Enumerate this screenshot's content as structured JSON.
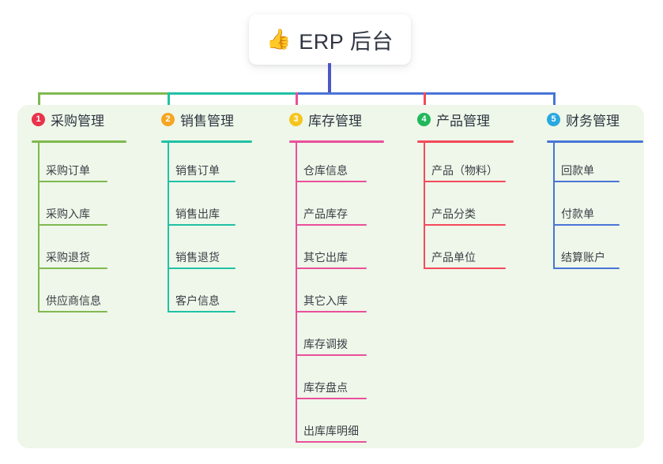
{
  "root": {
    "emoji": "👍",
    "emoji_name": "thumbs-up-icon",
    "title": "ERP 后台"
  },
  "palette": {
    "panel_background": "#eef7e9",
    "canvas_background": "#ffffff",
    "root_stem": "#4c57c4",
    "text": "#2f3542",
    "leaf_text": "#3a3f47"
  },
  "columns": [
    {
      "index": "1",
      "badge_color": "#e8334a",
      "line_color": "#7fb950",
      "title": "采购管理",
      "items": [
        "采购订单",
        "采购入库",
        "采购退货",
        "供应商信息"
      ]
    },
    {
      "index": "2",
      "badge_color": "#f5a623",
      "line_color": "#21c1a5",
      "title": "销售管理",
      "items": [
        "销售订单",
        "销售出库",
        "销售退货",
        "客户信息"
      ]
    },
    {
      "index": "3",
      "badge_color": "#f5c51f",
      "line_color": "#ea4f9b",
      "title": "库存管理",
      "items": [
        "仓库信息",
        "产品库存",
        "其它出库",
        "其它入库",
        "库存调拨",
        "库存盘点",
        "出库库明细"
      ]
    },
    {
      "index": "4",
      "badge_color": "#21b85c",
      "line_color": "#f4495c",
      "title": "产品管理",
      "items": [
        "产品（物料）",
        "产品分类",
        "产品单位"
      ]
    },
    {
      "index": "5",
      "badge_color": "#29a8e0",
      "line_color": "#4a74d6",
      "title": "财务管理",
      "items": [
        "回款单",
        "付款单",
        "结算账户"
      ]
    }
  ]
}
